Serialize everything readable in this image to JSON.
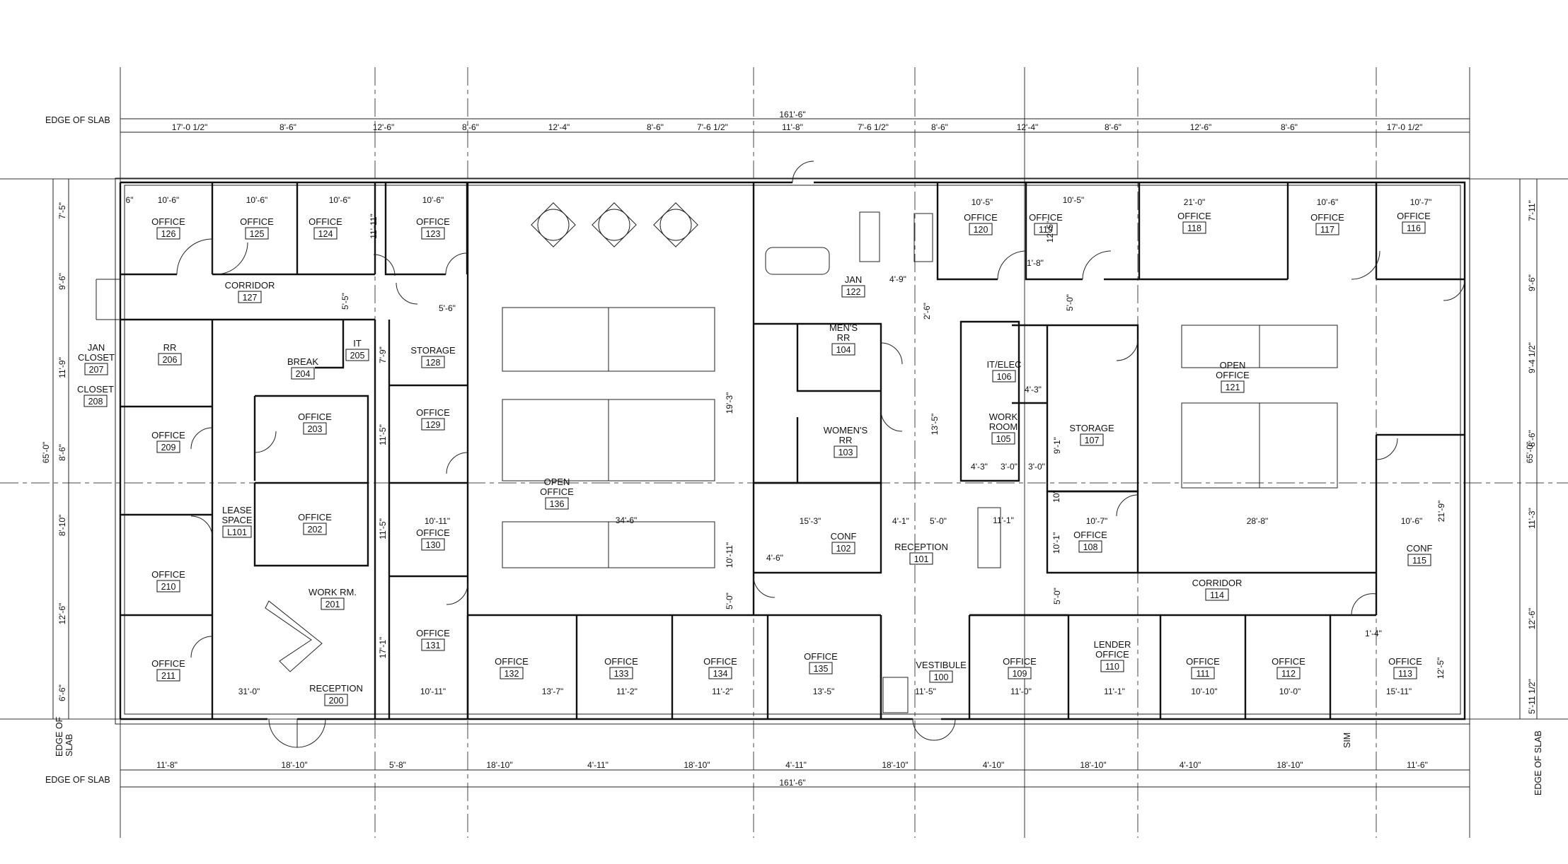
{
  "edge_labels": {
    "top": "EDGE OF SLAB",
    "bottom": "EDGE OF SLAB",
    "bottom_left": "EDGE OF\nSLAB",
    "right": "EDGE OF SLAB"
  },
  "overall": {
    "width": "161'-6\"",
    "height": "65'-0\""
  },
  "top_dims": [
    "17'-0 1/2\"",
    "8'-6\"",
    "12'-6\"",
    "8'-6\"",
    "12'-4\"",
    "8'-6\"",
    "7'-6 1/2\"",
    "11'-8\"",
    "7'-6 1/2\"",
    "8'-6\"",
    "12'-4\"",
    "8'-6\"",
    "12'-6\"",
    "8'-6\"",
    "17'-0 1/2\""
  ],
  "bottom_dims": [
    "11'-8\"",
    "18'-10\"",
    "5'-8\"",
    "18'-10\"",
    "4'-11\"",
    "18'-10\"",
    "4'-11\"",
    "18'-10\"",
    "4'-10\"",
    "18'-10\"",
    "4'-10\"",
    "18'-10\"",
    "11'-6\""
  ],
  "left_dims": [
    "7'-5\"",
    "9'-6\"",
    "11'-9\"",
    "8'-6\"",
    "8'-10\"",
    "12'-6\"",
    "6'-6\""
  ],
  "right_dims": [
    "7'-11\"",
    "9'-6\"",
    "9'-4 1/2\"",
    "8'-6\"",
    "11'-3\"",
    "12'-6\"",
    "5'-11 1/2\""
  ],
  "interior_dims": [
    "6\"",
    "10'-6\"",
    "10'-6\"",
    "10'-6\"",
    "10'-6\"",
    "11'-11\"",
    "5'-5\"",
    "5'-6\"",
    "7'-9\"",
    "11'-5\"",
    "11'-5\"",
    "17'-1\"",
    "10'-11\"",
    "10'-11\"",
    "31'-0\"",
    "19'-3\"",
    "10'-11\"",
    "5'-0\"",
    "4'-6\"",
    "15'-3\"",
    "4'-1\"",
    "5'-0\"",
    "13'-5\"",
    "4'-9\"",
    "2'-6\"",
    "10'-5\"",
    "10'-5\"",
    "1'-8\"",
    "12'-5\"",
    "5'-0\"",
    "21'-0\"",
    "10'-6\"",
    "10'-7\"",
    "4'-3\"",
    "4'-3\"",
    "3'-0\"",
    "3'-0\"",
    "9'-1\"",
    "10\"",
    "10'-1\"",
    "11'-1\"",
    "10'-7\"",
    "28'-8\"",
    "10'-6\"",
    "21'-9\"",
    "5'-0\"",
    "1'-4\"",
    "12'-5\"",
    "34'-6\"",
    "13'-7\"",
    "11'-2\"",
    "11'-2\"",
    "13'-5\"",
    "11'-5\"",
    "11'-0\"",
    "11'-1\"",
    "10'-10\"",
    "10'-0\"",
    "15'-11\""
  ],
  "rooms": [
    {
      "name": "OFFICE",
      "num": "126"
    },
    {
      "name": "OFFICE",
      "num": "125"
    },
    {
      "name": "OFFICE",
      "num": "124"
    },
    {
      "name": "OFFICE",
      "num": "123"
    },
    {
      "name": "CORRIDOR",
      "num": "127"
    },
    {
      "name": "RR",
      "num": "206"
    },
    {
      "name": "JAN\nCLOSET",
      "num": "207"
    },
    {
      "name": "CLOSET",
      "num": "208"
    },
    {
      "name": "IT",
      "num": "205"
    },
    {
      "name": "BREAK",
      "num": "204"
    },
    {
      "name": "STORAGE",
      "num": "128"
    },
    {
      "name": "OFFICE",
      "num": "209"
    },
    {
      "name": "OFFICE",
      "num": "203"
    },
    {
      "name": "OFFICE",
      "num": "129"
    },
    {
      "name": "LEASE\nSPACE",
      "num": "L101"
    },
    {
      "name": "OFFICE",
      "num": "202"
    },
    {
      "name": "OFFICE",
      "num": "130"
    },
    {
      "name": "OFFICE",
      "num": "210"
    },
    {
      "name": "WORK RM.",
      "num": "201"
    },
    {
      "name": "OFFICE",
      "num": "131"
    },
    {
      "name": "OFFICE",
      "num": "211"
    },
    {
      "name": "RECEPTION",
      "num": "200"
    },
    {
      "name": "OPEN\nOFFICE",
      "num": "136"
    },
    {
      "name": "OFFICE",
      "num": "132"
    },
    {
      "name": "OFFICE",
      "num": "133"
    },
    {
      "name": "OFFICE",
      "num": "134"
    },
    {
      "name": "OFFICE",
      "num": "135"
    },
    {
      "name": "JAN",
      "num": "122"
    },
    {
      "name": "MEN'S\nRR",
      "num": "104"
    },
    {
      "name": "WOMEN'S\nRR",
      "num": "103"
    },
    {
      "name": "CONF",
      "num": "102"
    },
    {
      "name": "RECEPTION",
      "num": "101"
    },
    {
      "name": "VESTIBULE",
      "num": "100"
    },
    {
      "name": "OFFICE",
      "num": "120"
    },
    {
      "name": "OFFICE",
      "num": "119"
    },
    {
      "name": "IT/ELEC",
      "num": "106"
    },
    {
      "name": "WORK\nROOM",
      "num": "105"
    },
    {
      "name": "STORAGE",
      "num": "107"
    },
    {
      "name": "OFFICE",
      "num": "108"
    },
    {
      "name": "OFFICE",
      "num": "109"
    },
    {
      "name": "LENDER\nOFFICE",
      "num": "110"
    },
    {
      "name": "OFFICE",
      "num": "118"
    },
    {
      "name": "OFFICE",
      "num": "117"
    },
    {
      "name": "OFFICE",
      "num": "116"
    },
    {
      "name": "OPEN\nOFFICE",
      "num": "121"
    },
    {
      "name": "CONF",
      "num": "115"
    },
    {
      "name": "CORRIDOR",
      "num": "114"
    },
    {
      "name": "OFFICE",
      "num": "111"
    },
    {
      "name": "OFFICE",
      "num": "112"
    },
    {
      "name": "OFFICE",
      "num": "113"
    }
  ],
  "misc_labels": {
    "sim": "SIM"
  }
}
